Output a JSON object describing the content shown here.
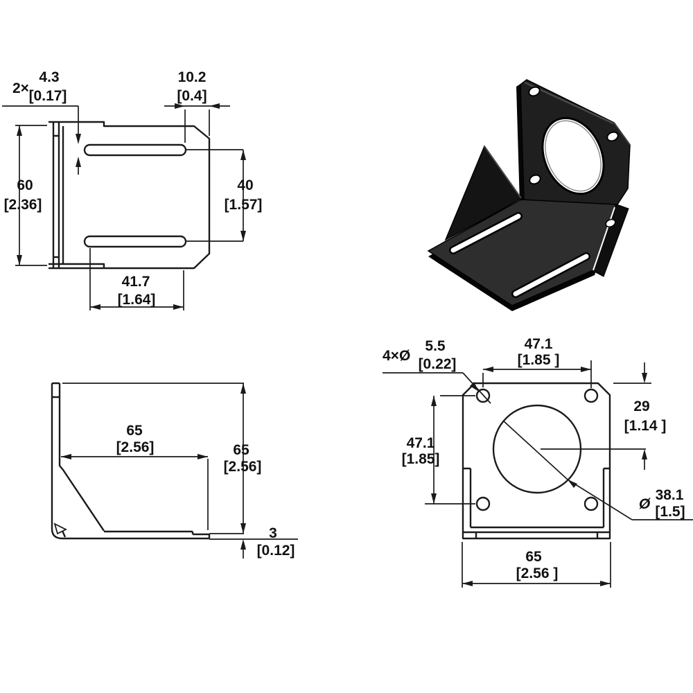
{
  "page": {
    "background": "#ffffff",
    "line_color": "#1a1a1a",
    "part_color": "#1f1f1f"
  },
  "views": {
    "top": {
      "slot_qty": "2×",
      "slot_width_mm": "4.3",
      "slot_width_in": "[0.17]",
      "edge_offset_mm": "10.2",
      "edge_offset_in": "[0.4]",
      "base_width_mm": "60",
      "base_width_in": "[2.36]",
      "slot_spacing_mm": "40",
      "slot_spacing_in": "[1.57]",
      "slot_length_mm": "41.7",
      "slot_length_in": "[1.64]"
    },
    "side": {
      "depth_mm": "65",
      "depth_in": "[2.56]",
      "height_mm": "65",
      "height_in": "[2.56]",
      "thickness_mm": "3",
      "thickness_in": "[0.12]"
    },
    "front": {
      "hole_callout": "4×Ø",
      "hole_dia_mm": "5.5",
      "hole_dia_in": "[0.22]",
      "hole_spacing_h_mm": "47.1",
      "hole_spacing_h_in": "[1.85 ]",
      "center_offset_mm": "29",
      "center_offset_in": "[1.14 ]",
      "hole_spacing_v_mm": "47.1",
      "hole_spacing_v_in": "[1.85]",
      "bore_symbol": "Ø",
      "bore_dia_mm": "38.1",
      "bore_dia_in": "[1.5]",
      "base_width_mm": "65",
      "base_width_in": "[2.56 ]"
    }
  }
}
